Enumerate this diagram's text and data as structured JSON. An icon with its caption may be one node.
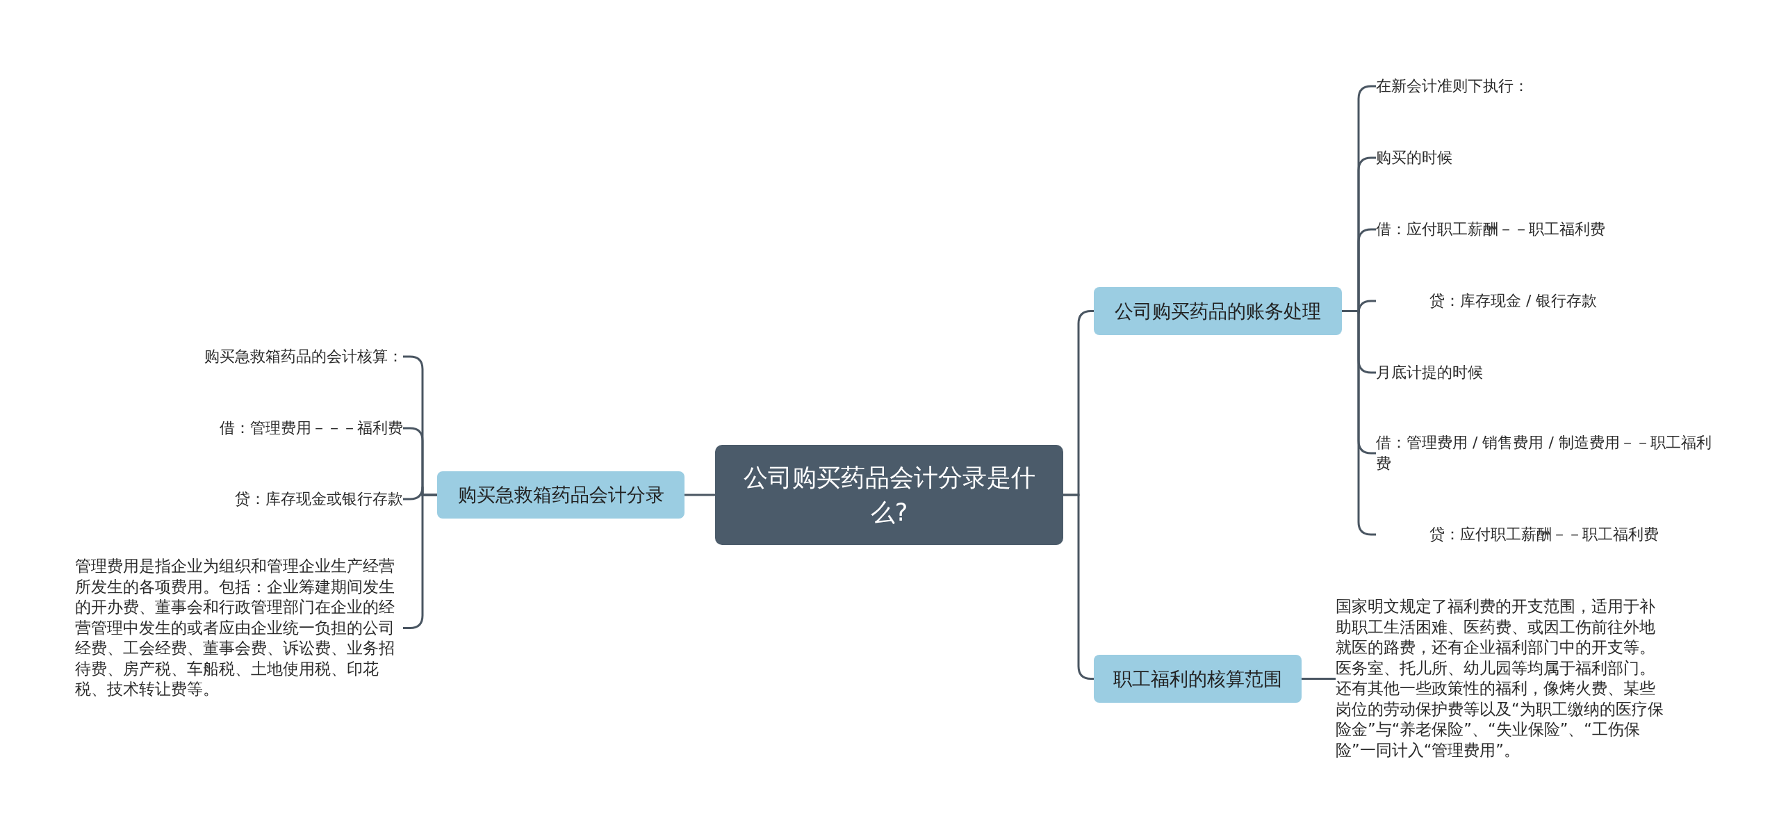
{
  "diagram": {
    "nodes": [
      {
        "text": [
          "公司购买药品会计分录是什么?"
        ]
      },
      {
        "text": [
          "购买急救箱药品会计分录"
        ]
      },
      {
        "text": [
          "购买急救箱药品的会计核算："
        ]
      },
      {
        "text": [
          "借：管理费用－－－福利费"
        ]
      },
      {
        "text": [
          "贷：库存现金或银行存款"
        ]
      },
      {
        "text": [
          "管理费用是指企业为组织和管理企业生产经营所发生的各项费用。包括：企业筹建期间发生的开办费、董事会和行政管理部门在企业的经营管理中发生的或者应由企业统一负担的公司经费、工会经费、董事会费、诉讼费、业务招待费、房产税、车船税、土地使用税、印花税、技术转让费等。"
        ]
      },
      {
        "text": [
          "公司购买药品的账务处理"
        ]
      },
      {
        "text": [
          "在新会计准则下执行："
        ]
      },
      {
        "text": [
          "购买的时候"
        ]
      },
      {
        "text": [
          "借：应付职工薪酬－－职工福利费"
        ]
      },
      {
        "text": [
          "贷：库存现金 / 银行存款"
        ]
      },
      {
        "text": [
          "月底计提的时候"
        ]
      },
      {
        "text": [
          "借：管理费用 / 销售费用 / 制造费用－－职工福利费"
        ]
      },
      {
        "text": [
          "贷：应付职工薪酬－－职工福利费"
        ]
      },
      {
        "text": [
          "职工福利的核算范围"
        ]
      },
      {
        "text": [
          "国家明文规定了福利费的开支范围，适用于补助职工生活困难、医药费、或因工伤前往外地就医的路费，还有企业福利部门中的开支等。医务室、托儿所、幼儿园等均属于福利部门。还有其他一些政策性的福利，像烤火费、某些岗位的劳动保护费等以及“为职工缴纳的医疗保险金”与“养老保险”、“失业保险”、“工伤保险”一同计入“管理费用”。"
        ]
      }
    ],
    "edges": [
      {
        "from": 0,
        "to": 1,
        "arrow": "none"
      },
      {
        "from": 1,
        "to": 2,
        "arrow": "none"
      },
      {
        "from": 1,
        "to": 3,
        "arrow": "none"
      },
      {
        "from": 1,
        "to": 4,
        "arrow": "none"
      },
      {
        "from": 1,
        "to": 5,
        "arrow": "none"
      },
      {
        "from": 0,
        "to": 6,
        "arrow": "none"
      },
      {
        "from": 6,
        "to": 7,
        "arrow": "none"
      },
      {
        "from": 6,
        "to": 8,
        "arrow": "none"
      },
      {
        "from": 6,
        "to": 9,
        "arrow": "none"
      },
      {
        "from": 6,
        "to": 10,
        "arrow": "none"
      },
      {
        "from": 6,
        "to": 11,
        "arrow": "none"
      },
      {
        "from": 6,
        "to": 12,
        "arrow": "none"
      },
      {
        "from": 6,
        "to": 13,
        "arrow": "none"
      },
      {
        "from": 0,
        "to": 14,
        "arrow": "none"
      },
      {
        "from": 14,
        "to": 15,
        "arrow": "none"
      }
    ]
  }
}
